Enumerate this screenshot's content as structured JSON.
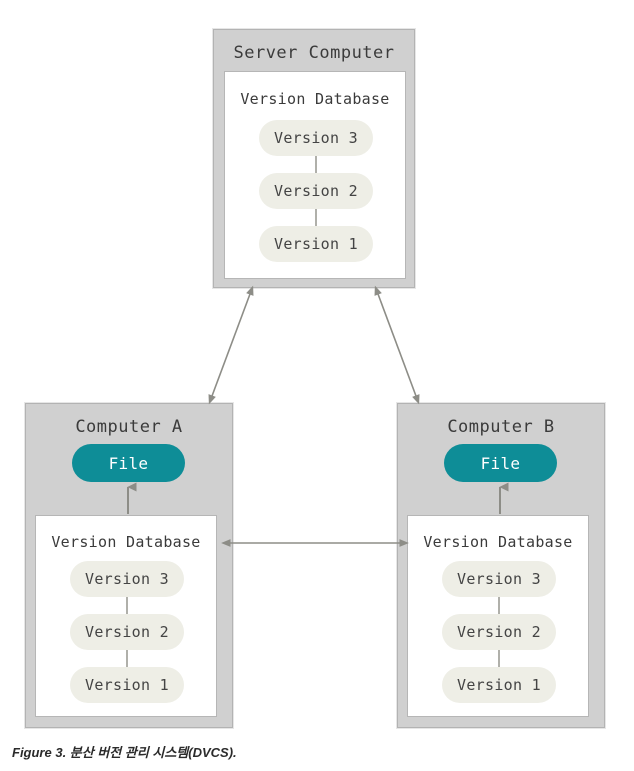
{
  "figure": {
    "caption": "Figure 3. 분산 버전 관리 시스템(DVCS).",
    "colors": {
      "machine_fill": "#d0d0d0",
      "machine_border": "#b3b3b3",
      "panel_fill": "#ffffff",
      "panel_border": "#b6b6b6",
      "version_pill_fill": "#eeeee6",
      "file_pill_fill": "#0e8d97",
      "file_pill_text": "#ffffff",
      "arrow": "#8d8d87",
      "text": "#3b3b3b"
    }
  },
  "server": {
    "title": "Server Computer",
    "database": {
      "title": "Version Database",
      "versions": [
        "Version 3",
        "Version 2",
        "Version 1"
      ]
    }
  },
  "computer_a": {
    "title": "Computer A",
    "file_label": "File",
    "database": {
      "title": "Version Database",
      "versions": [
        "Version 3",
        "Version 2",
        "Version 1"
      ]
    }
  },
  "computer_b": {
    "title": "Computer B",
    "file_label": "File",
    "database": {
      "title": "Version Database",
      "versions": [
        "Version 3",
        "Version 2",
        "Version 1"
      ]
    }
  },
  "connections": [
    {
      "name": "server-to-computer-a",
      "style": "double-headed-arrow"
    },
    {
      "name": "server-to-computer-b",
      "style": "double-headed-arrow"
    },
    {
      "name": "computer-a-to-computer-b",
      "style": "double-headed-arrow"
    },
    {
      "name": "db-a-to-file-a",
      "style": "single-headed-arrow"
    },
    {
      "name": "db-b-to-file-b",
      "style": "single-headed-arrow"
    }
  ]
}
